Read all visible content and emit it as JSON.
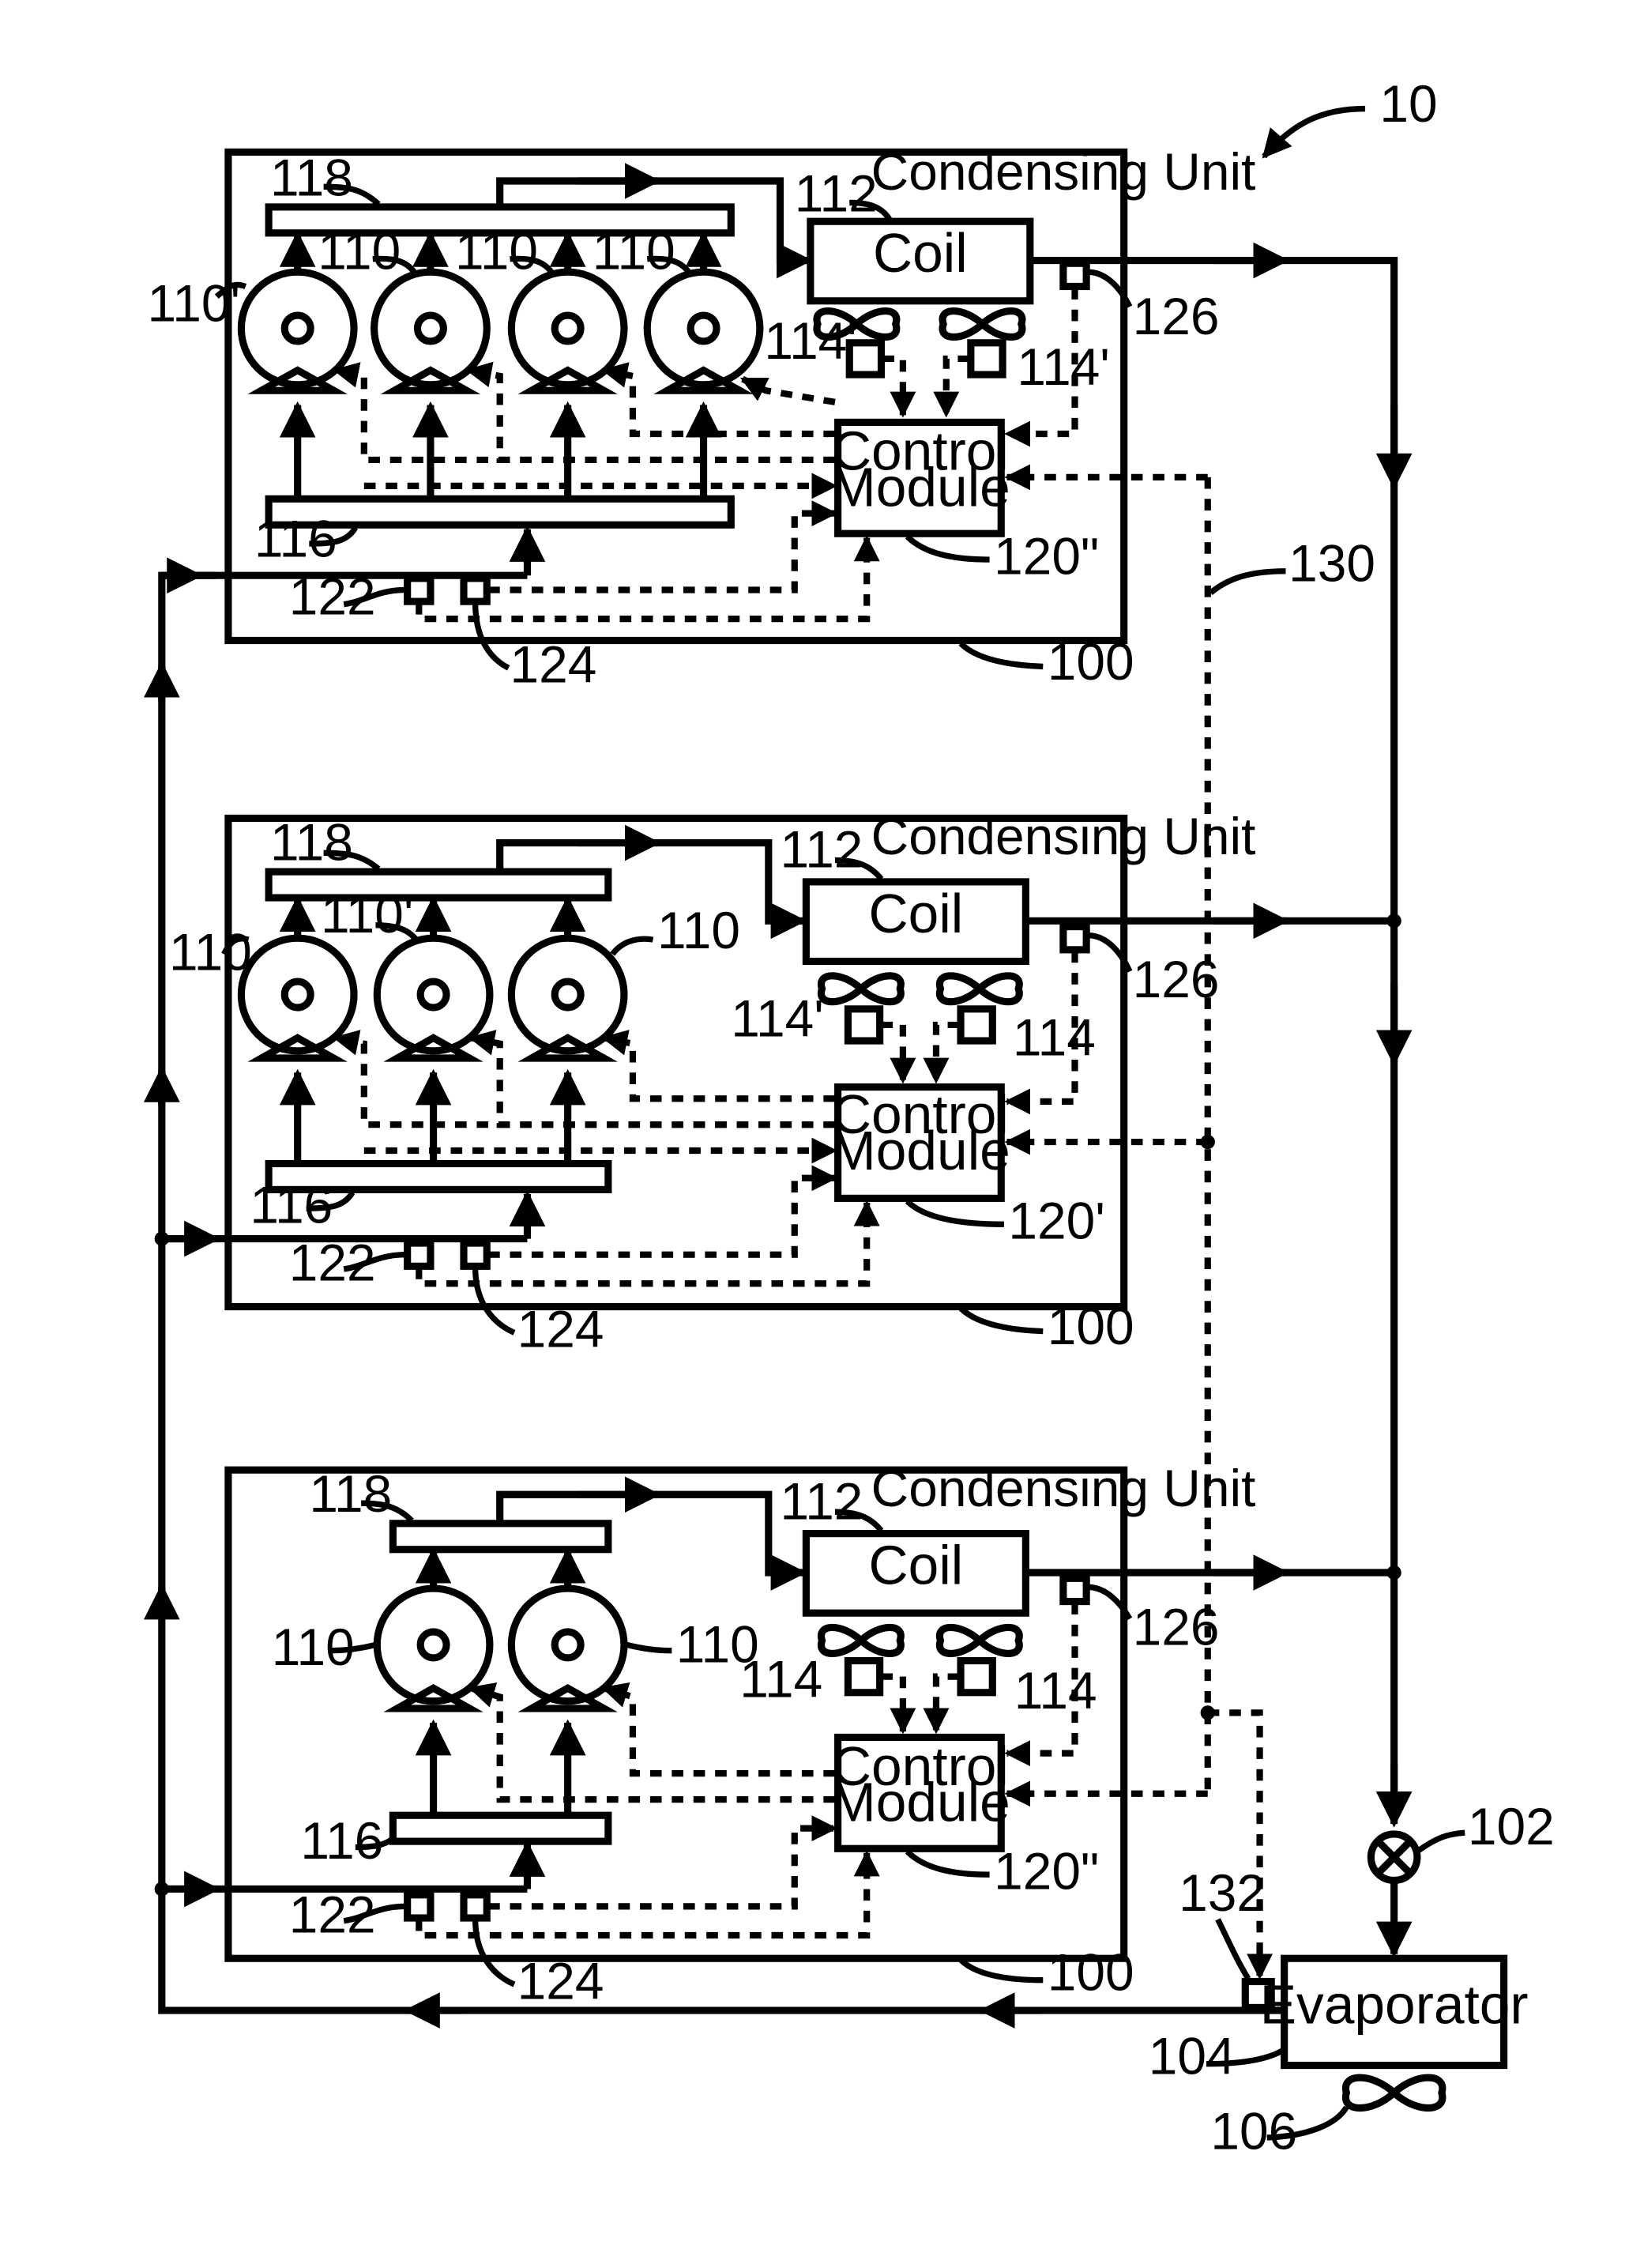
{
  "figure": {
    "ref": "10"
  },
  "units": [
    {
      "ref": "100",
      "title": "Condensing Unit",
      "coil": "Coil",
      "control_line1": "Control",
      "control_line2": "Module",
      "control_ref": "120\"",
      "coil_ref": "112",
      "discharge_ref": "118",
      "suction_ref": "116",
      "sensor_122": "122",
      "sensor_124": "124",
      "sensor_126": "126",
      "compressor_refs": [
        "110'",
        "110",
        "110",
        "110"
      ],
      "fan_refs": [
        "114'",
        "114'"
      ]
    },
    {
      "ref": "100",
      "title": "Condensing Unit",
      "coil": "Coil",
      "control_line1": "Control",
      "control_line2": "Module",
      "control_ref": "120'",
      "coil_ref": "112",
      "discharge_ref": "118",
      "suction_ref": "116",
      "sensor_122": "122",
      "sensor_124": "124",
      "sensor_126": "126",
      "compressor_refs": [
        "110",
        "110'",
        "110"
      ],
      "fan_refs": [
        "114'",
        "114"
      ]
    },
    {
      "ref": "100",
      "title": "Condensing Unit",
      "coil": "Coil",
      "control_line1": "Control",
      "control_line2": "Module",
      "control_ref": "120\"",
      "coil_ref": "112",
      "discharge_ref": "118",
      "suction_ref": "116",
      "sensor_122": "122",
      "sensor_124": "124",
      "sensor_126": "126",
      "compressor_refs": [
        "110",
        "110"
      ],
      "fan_refs": [
        "114",
        "114"
      ]
    }
  ],
  "system": {
    "comm_bus_ref": "130",
    "expansion_valve_ref": "102",
    "evaporator": "Evaporator",
    "evaporator_ref": "104",
    "evaporator_fan_ref": "106",
    "evaporator_sensor_ref": "132"
  }
}
